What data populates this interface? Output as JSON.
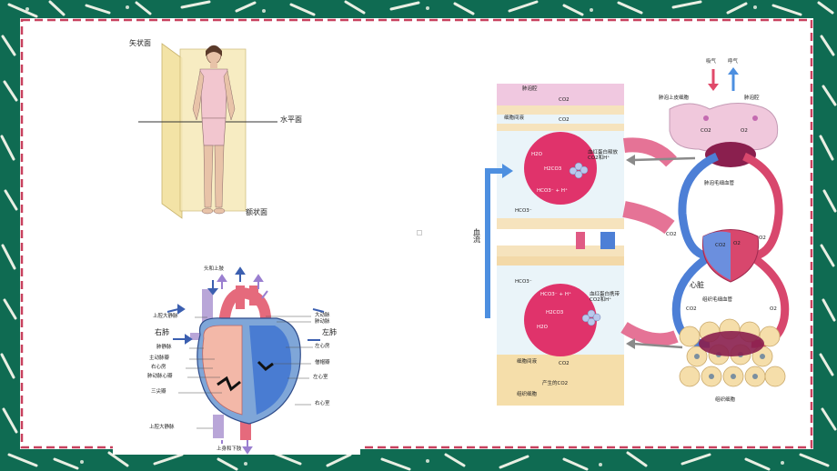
{
  "body_planes": {
    "sagittal": "矢状面",
    "horizontal": "水平面",
    "coronal": "额状面"
  },
  "heart": {
    "head_limbs": "头和上肢",
    "svc": "上腔大静脉",
    "right_lung": "右肺",
    "pulmonary_vein": "肺静脉",
    "aortic_valve": "主动脉瓣",
    "right_atrium": "右心房",
    "pulmonary_valve": "肺动脉心瓣",
    "tricuspid": "三尖瓣",
    "ivc": "上腔大静脉",
    "lower_body": "上身和下肢",
    "aorta": "大动脉",
    "pulmonary_artery": "肺动脉",
    "left_lung": "左肺",
    "left_atrium": "左心房",
    "mitral": "僧帽瓣",
    "left_ventricle": "左心室",
    "right_ventricle": "右心室"
  },
  "gas": {
    "alveolus_cavity": "肺泡腔",
    "interstitial_top": "细胞间液",
    "co2_a": "CO2",
    "co2_b": "CO2",
    "h2o_top": "H2O",
    "h2co3_top": "H2CO3",
    "hco3_h_top": "HCO3⁻ + H⁺",
    "hco3_out_top": "HCO3⁻",
    "hb_top": "血红蛋白释放CO2和H⁺",
    "blood_flow": "血流",
    "hco3_in_bottom": "HCO3⁻",
    "hco3_h_bottom": "HCO3⁻ + H⁺",
    "h2co3_bottom": "H2CO3",
    "h2o_bottom": "H2O",
    "hb_bottom": "血红蛋白携带CO2和H⁺",
    "interstitial_bottom": "细胞间液",
    "co2_c": "CO2",
    "produced_co2": "产生的CO2",
    "tissue_cells_left": "组织细胞",
    "inhale": "吸气",
    "exhale": "呼气",
    "alveolar_epithelium": "肺泡上皮细胞",
    "alveolus_cavity_right": "肺泡腔",
    "co2_r1": "CO2",
    "o2_r1": "O2",
    "pulmonary_capillary": "肺泡毛细血管",
    "co2_r2": "CO2",
    "o2_r2": "O2",
    "co2_r3": "CO2",
    "o2_r3": "O2",
    "heart": "心脏",
    "tissue_capillary": "组织毛细血管",
    "co2_r4": "CO2",
    "o2_r4": "O2",
    "tissue_cells_right": "组织细胞"
  },
  "colors": {
    "frame_dash": "#c8415e",
    "plane": "#f3e3a6",
    "vein_blue": "#4d7fd6",
    "artery_red": "#d8476d",
    "rbc": "#e0336b",
    "lung_pink": "#f0c8dc",
    "tissue_yellow": "#f5deaa"
  }
}
